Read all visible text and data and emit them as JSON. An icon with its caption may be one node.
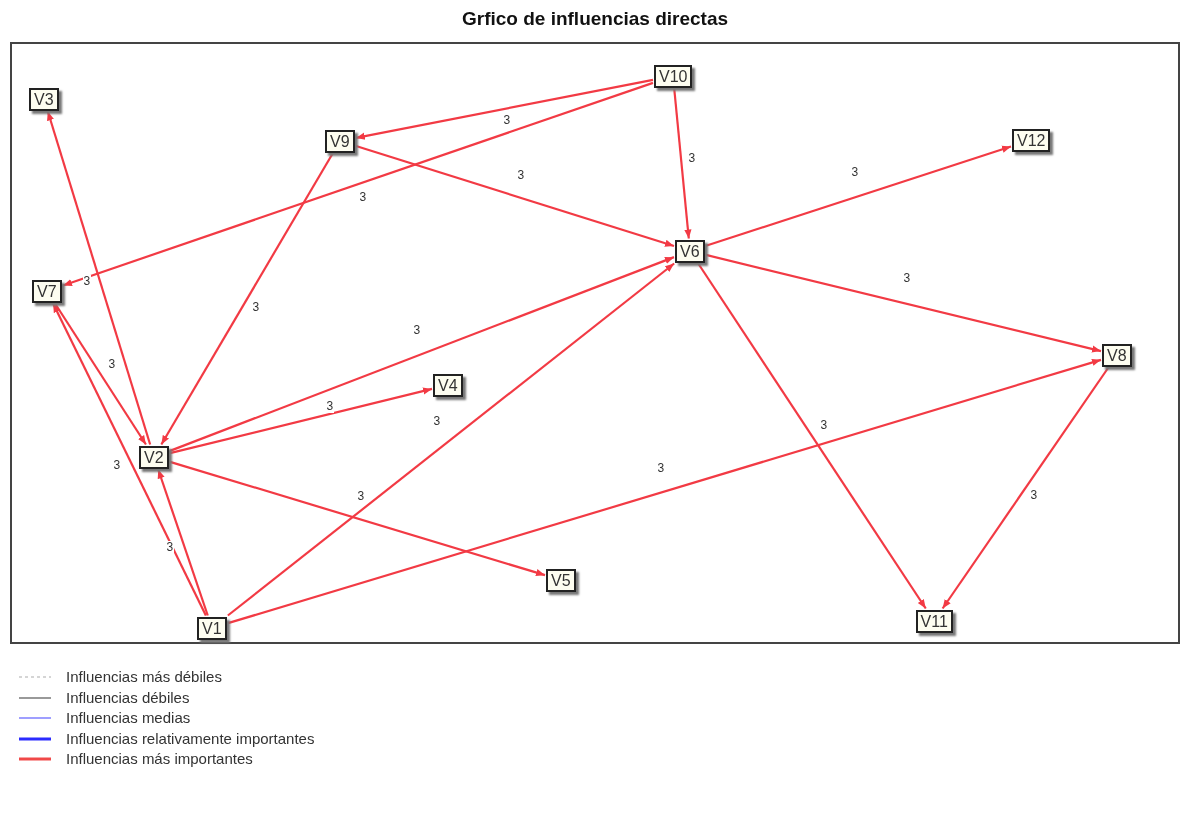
{
  "diagram": {
    "title": "Grfico de influencias directas",
    "nodes": [
      {
        "text": [
          "V10"
        ]
      },
      {
        "text": [
          "V3"
        ]
      },
      {
        "text": [
          "V9"
        ]
      },
      {
        "text": [
          "V12"
        ]
      },
      {
        "text": [
          "V6"
        ]
      },
      {
        "text": [
          "V7"
        ]
      },
      {
        "text": [
          "V8"
        ]
      },
      {
        "text": [
          "V4"
        ]
      },
      {
        "text": [
          "V2"
        ]
      },
      {
        "text": [
          "V5"
        ]
      },
      {
        "text": [
          "V11"
        ]
      },
      {
        "text": [
          "V1"
        ]
      }
    ],
    "edges": [
      {
        "from": 0,
        "to": 2,
        "arrow": "to",
        "label": "3"
      },
      {
        "from": 0,
        "to": 5,
        "arrow": "to",
        "label": "3"
      },
      {
        "from": 0,
        "to": 4,
        "arrow": "to",
        "label": "3"
      },
      {
        "from": 2,
        "to": 4,
        "arrow": "to",
        "label": "3"
      },
      {
        "from": 2,
        "to": 8,
        "arrow": "to",
        "label": "3"
      },
      {
        "from": 4,
        "to": 3,
        "arrow": "to",
        "label": "3"
      },
      {
        "from": 4,
        "to": 6,
        "arrow": "to",
        "label": "3"
      },
      {
        "from": 4,
        "to": 10,
        "arrow": "to",
        "label": "3"
      },
      {
        "from": 6,
        "to": 10,
        "arrow": "to",
        "label": "3"
      },
      {
        "from": 11,
        "to": 6,
        "arrow": "to",
        "label": "3"
      },
      {
        "from": 11,
        "to": 4,
        "arrow": "to",
        "label": "3"
      },
      {
        "from": 8,
        "to": 4,
        "arrow": "to",
        "label": "3"
      },
      {
        "from": 8,
        "to": 7,
        "arrow": "to",
        "label": "3"
      },
      {
        "from": 8,
        "to": 9,
        "arrow": "to",
        "label": "3"
      },
      {
        "from": 8,
        "to": 1,
        "arrow": "to",
        "label": "3"
      },
      {
        "from": 5,
        "to": 8,
        "arrow": "to",
        "label": "3"
      },
      {
        "from": 11,
        "to": 5,
        "arrow": "to",
        "label": "3"
      },
      {
        "from": 11,
        "to": 8,
        "arrow": "to",
        "label": "3"
      }
    ],
    "legend": [
      {
        "text": "Influencias más débiles"
      },
      {
        "text": "Influencias débiles"
      },
      {
        "text": "Influencias medias"
      },
      {
        "text": "Influencias relativamente importantes"
      },
      {
        "text": "Influencias más importantes"
      }
    ]
  }
}
